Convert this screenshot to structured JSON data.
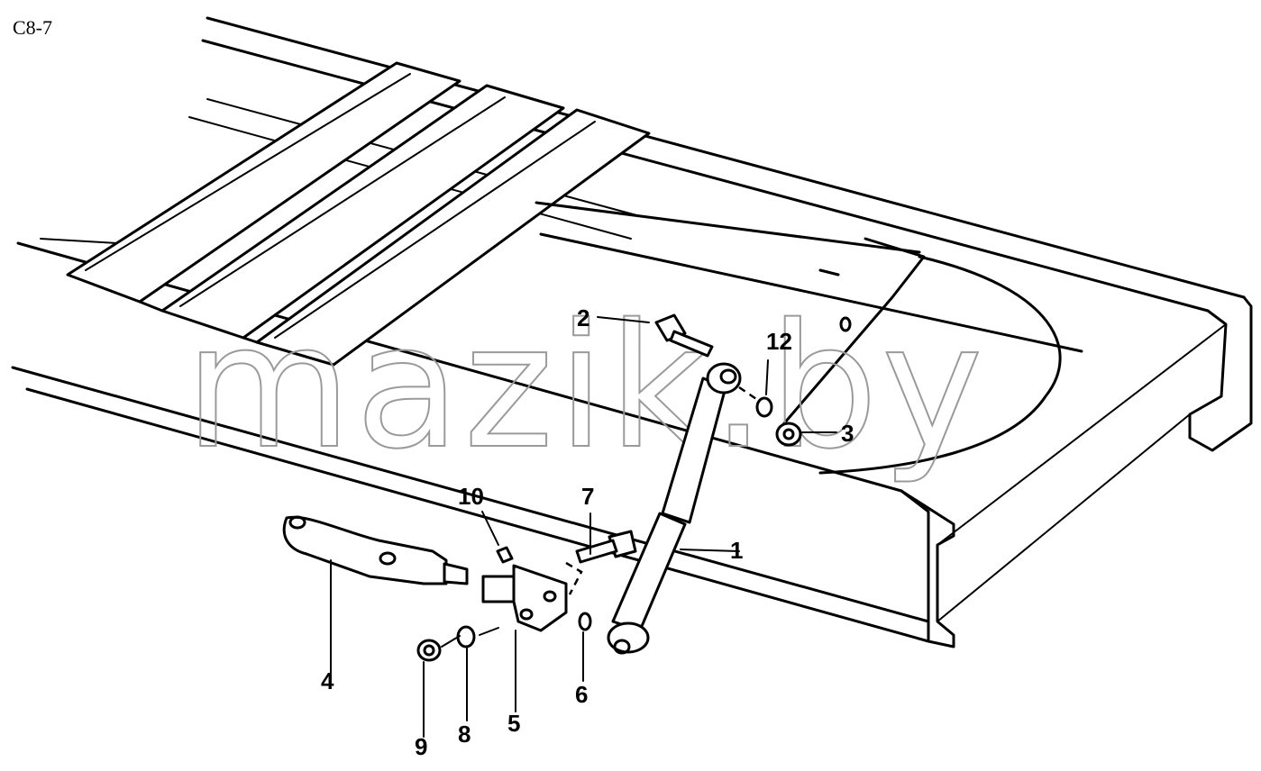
{
  "diagram_code": "C8-7",
  "watermark": "mazik.by",
  "callouts": {
    "c1": "1",
    "c2": "2",
    "c3": "3",
    "c4": "4",
    "c5": "5",
    "c6": "6",
    "c7": "7",
    "c8": "8",
    "c9": "9",
    "c10": "10",
    "c12": "12"
  }
}
